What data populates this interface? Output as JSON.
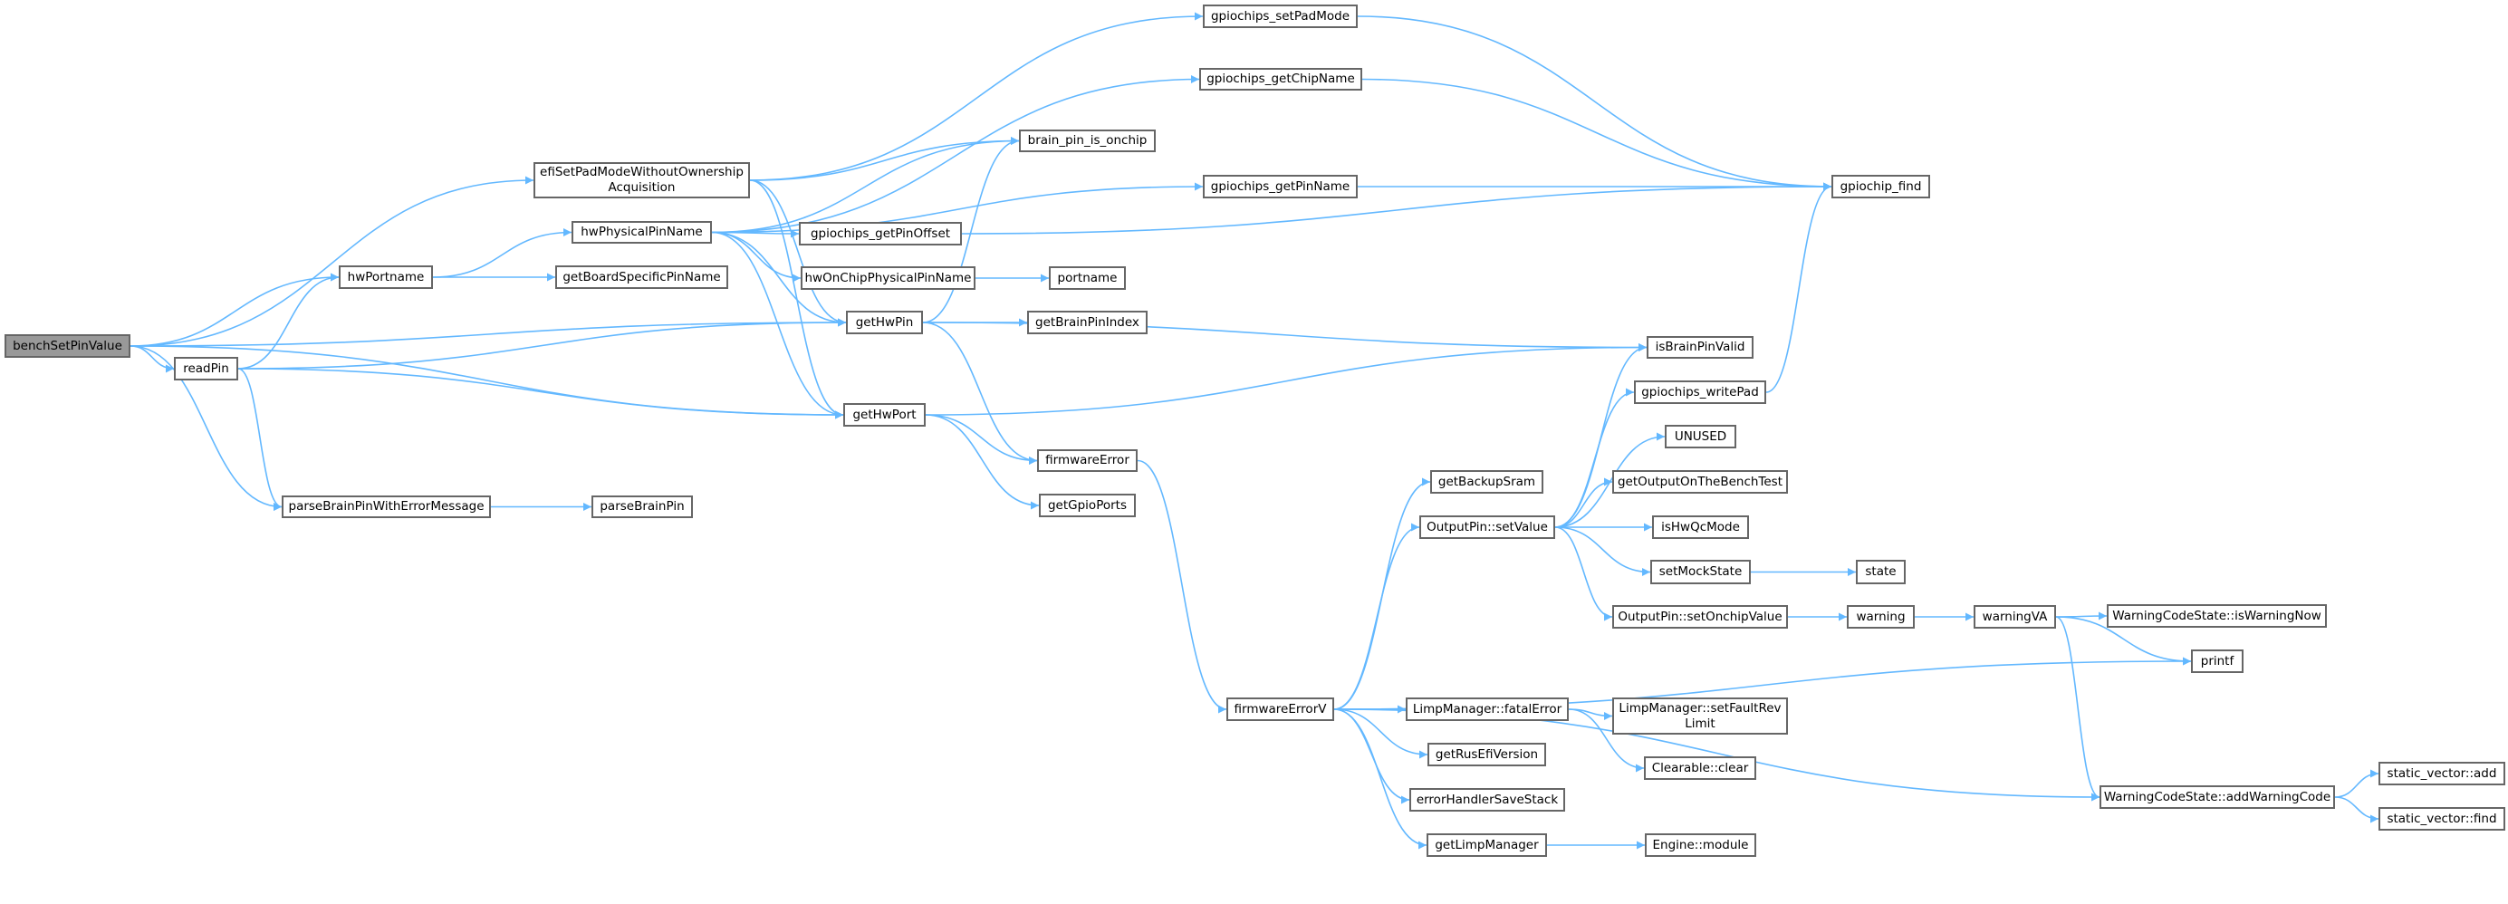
{
  "colors": {
    "edge": "#63b8ff",
    "node_border": "#666666",
    "root_fill": "#999999",
    "node_fill": "#ffffff"
  },
  "graph": {
    "nodes": [
      {
        "id": "bench",
        "label": "benchSetPinValue",
        "root": true
      },
      {
        "id": "readPin",
        "label": "readPin"
      },
      {
        "id": "hwPortname",
        "label": "hwPortname"
      },
      {
        "id": "getBoardSpecificPinName",
        "label": "getBoardSpecificPinName"
      },
      {
        "id": "efiSetPad",
        "label": "efiSetPadModeWithoutOwnership\nAcquisition"
      },
      {
        "id": "hwPhysicalPinName",
        "label": "hwPhysicalPinName"
      },
      {
        "id": "parseBrainPinWithErrorMessage",
        "label": "parseBrainPinWithErrorMessage"
      },
      {
        "id": "parseBrainPin",
        "label": "parseBrainPin"
      },
      {
        "id": "getHwPin",
        "label": "getHwPin"
      },
      {
        "id": "getHwPort",
        "label": "getHwPort"
      },
      {
        "id": "setPadMode",
        "label": "gpiochips_setPadMode"
      },
      {
        "id": "getChipName",
        "label": "gpiochips_getChipName"
      },
      {
        "id": "brainPinIsOnchip",
        "label": "brain_pin_is_onchip"
      },
      {
        "id": "getPinName",
        "label": "gpiochips_getPinName"
      },
      {
        "id": "getPinOffset",
        "label": "gpiochips_getPinOffset"
      },
      {
        "id": "hwOnChip",
        "label": "hwOnChipPhysicalPinName"
      },
      {
        "id": "portname",
        "label": "portname"
      },
      {
        "id": "getBrainPinIndex",
        "label": "getBrainPinIndex"
      },
      {
        "id": "gpiochipFind",
        "label": "gpiochip_find"
      },
      {
        "id": "isBrainPinValid",
        "label": "isBrainPinValid"
      },
      {
        "id": "writePad",
        "label": "gpiochips_writePad"
      },
      {
        "id": "firmwareError",
        "label": "firmwareError"
      },
      {
        "id": "getGpioPorts",
        "label": "getGpioPorts"
      },
      {
        "id": "firmwareErrorV",
        "label": "firmwareErrorV"
      },
      {
        "id": "getBackupSram",
        "label": "getBackupSram"
      },
      {
        "id": "setValue",
        "label": "OutputPin::setValue"
      },
      {
        "id": "unused",
        "label": "UNUSED"
      },
      {
        "id": "benchTest",
        "label": "getOutputOnTheBenchTest"
      },
      {
        "id": "isHwQcMode",
        "label": "isHwQcMode"
      },
      {
        "id": "setMockState",
        "label": "setMockState"
      },
      {
        "id": "state",
        "label": "state"
      },
      {
        "id": "setOnchipValue",
        "label": "OutputPin::setOnchipValue"
      },
      {
        "id": "warning",
        "label": "warning"
      },
      {
        "id": "warningVA",
        "label": "warningVA"
      },
      {
        "id": "isWarningNow",
        "label": "WarningCodeState::isWarningNow"
      },
      {
        "id": "printf",
        "label": "printf"
      },
      {
        "id": "addWarningCode",
        "label": "WarningCodeState::addWarningCode"
      },
      {
        "id": "svAdd",
        "label": "static_vector::add"
      },
      {
        "id": "svFind",
        "label": "static_vector::find"
      },
      {
        "id": "fatalError",
        "label": "LimpManager::fatalError"
      },
      {
        "id": "setFaultRevLimit",
        "label": "LimpManager::setFaultRev\nLimit"
      },
      {
        "id": "getRusEfiVersion",
        "label": "getRusEfiVersion"
      },
      {
        "id": "clearableClear",
        "label": "Clearable::clear"
      },
      {
        "id": "errorHandlerSaveStack",
        "label": "errorHandlerSaveStack"
      },
      {
        "id": "getLimpManager",
        "label": "getLimpManager"
      },
      {
        "id": "engineModule",
        "label": "Engine::module"
      }
    ],
    "edges": [
      [
        "bench",
        "efiSetPad"
      ],
      [
        "bench",
        "hwPortname"
      ],
      [
        "bench",
        "getHwPin"
      ],
      [
        "bench",
        "readPin"
      ],
      [
        "bench",
        "getHwPort"
      ],
      [
        "bench",
        "parseBrainPinWithErrorMessage"
      ],
      [
        "readPin",
        "hwPortname"
      ],
      [
        "readPin",
        "getHwPin"
      ],
      [
        "readPin",
        "getHwPort"
      ],
      [
        "readPin",
        "parseBrainPinWithErrorMessage"
      ],
      [
        "hwPortname",
        "hwPhysicalPinName"
      ],
      [
        "hwPortname",
        "getBoardSpecificPinName"
      ],
      [
        "efiSetPad",
        "setPadMode"
      ],
      [
        "efiSetPad",
        "brainPinIsOnchip"
      ],
      [
        "efiSetPad",
        "getHwPin"
      ],
      [
        "efiSetPad",
        "getHwPort"
      ],
      [
        "hwPhysicalPinName",
        "getChipName"
      ],
      [
        "hwPhysicalPinName",
        "brainPinIsOnchip"
      ],
      [
        "hwPhysicalPinName",
        "getPinName"
      ],
      [
        "hwPhysicalPinName",
        "getPinOffset"
      ],
      [
        "hwPhysicalPinName",
        "hwOnChip"
      ],
      [
        "hwPhysicalPinName",
        "getHwPin"
      ],
      [
        "hwPhysicalPinName",
        "getHwPort"
      ],
      [
        "parseBrainPinWithErrorMessage",
        "parseBrainPin"
      ],
      [
        "setPadMode",
        "gpiochipFind"
      ],
      [
        "getChipName",
        "gpiochipFind"
      ],
      [
        "getPinName",
        "gpiochipFind"
      ],
      [
        "getPinOffset",
        "gpiochipFind"
      ],
      [
        "hwOnChip",
        "portname"
      ],
      [
        "getHwPin",
        "brainPinIsOnchip"
      ],
      [
        "getHwPin",
        "getBrainPinIndex"
      ],
      [
        "getHwPin",
        "isBrainPinValid"
      ],
      [
        "getHwPin",
        "firmwareError"
      ],
      [
        "getHwPort",
        "isBrainPinValid"
      ],
      [
        "getHwPort",
        "firmwareError"
      ],
      [
        "getHwPort",
        "getGpioPorts"
      ],
      [
        "firmwareError",
        "firmwareErrorV"
      ],
      [
        "firmwareErrorV",
        "getBackupSram"
      ],
      [
        "firmwareErrorV",
        "setValue"
      ],
      [
        "firmwareErrorV",
        "printf"
      ],
      [
        "firmwareErrorV",
        "fatalError"
      ],
      [
        "firmwareErrorV",
        "getRusEfiVersion"
      ],
      [
        "firmwareErrorV",
        "errorHandlerSaveStack"
      ],
      [
        "firmwareErrorV",
        "getLimpManager"
      ],
      [
        "firmwareErrorV",
        "addWarningCode"
      ],
      [
        "setValue",
        "isBrainPinValid"
      ],
      [
        "setValue",
        "writePad"
      ],
      [
        "setValue",
        "unused"
      ],
      [
        "setValue",
        "benchTest"
      ],
      [
        "setValue",
        "isHwQcMode"
      ],
      [
        "setValue",
        "setMockState"
      ],
      [
        "setValue",
        "setOnchipValue"
      ],
      [
        "writePad",
        "gpiochipFind"
      ],
      [
        "setMockState",
        "state"
      ],
      [
        "setOnchipValue",
        "warning"
      ],
      [
        "warning",
        "warningVA"
      ],
      [
        "warningVA",
        "isWarningNow"
      ],
      [
        "warningVA",
        "printf"
      ],
      [
        "warningVA",
        "addWarningCode"
      ],
      [
        "fatalError",
        "setFaultRevLimit"
      ],
      [
        "fatalError",
        "clearableClear"
      ],
      [
        "getLimpManager",
        "engineModule"
      ],
      [
        "addWarningCode",
        "svAdd"
      ],
      [
        "addWarningCode",
        "svFind"
      ]
    ]
  }
}
